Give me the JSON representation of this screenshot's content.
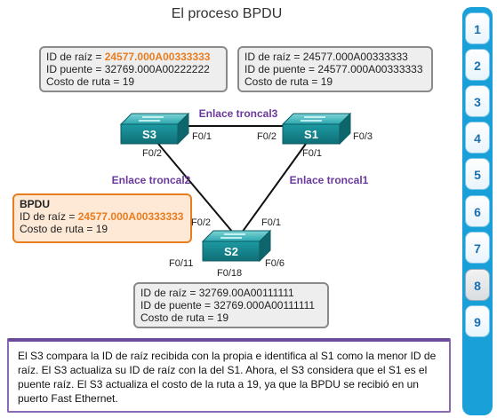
{
  "title": "El proceso BPDU",
  "boxes": {
    "s3": {
      "root_label": "ID de raíz = ",
      "root_value": "24577.000A00333333",
      "bridge": "ID puente = 32769.000A00222222",
      "cost": "Costo de ruta = 19"
    },
    "s1": {
      "root": "ID de raíz = 24577.000A00333333",
      "bridge": "ID de puente = 24577.000A00333333",
      "cost": "Costo de ruta = 19"
    },
    "bpdu": {
      "heading": "BPDU",
      "root_label": "ID de raíz = ",
      "root_value": "24577.000A00333333",
      "cost": "Costo de ruta = 19"
    },
    "s2": {
      "root": "ID de raíz = 32769.00A00111111",
      "bridge": "ID de puente = 32769.000A00111111",
      "cost": "Costo de ruta = 19"
    }
  },
  "switches": {
    "s3": "S3",
    "s1": "S1",
    "s2": "S2"
  },
  "links": {
    "trunk3": "Enlace troncal3",
    "trunk2": "Enlace troncal2",
    "trunk1": "Enlace troncal1"
  },
  "ports": {
    "s3_f01": "F0/1",
    "s3_f02": "F0/2",
    "s1_f02": "F0/2",
    "s1_f03": "F0/3",
    "s1_f01": "F0/1",
    "s2_f02": "F0/2",
    "s2_f01": "F0/1",
    "s2_f011": "F0/11",
    "s2_f018": "F0/18",
    "s2_f06": "F0/6"
  },
  "explanation": "El S3 compara la ID de raíz recibida con la propia e identifica al S1 como la menor ID de raíz. El S3 actualiza su ID de raíz con la del S1. Ahora, el S3 considera que el S1 es el puente raíz. El S3 actualiza el costo de la ruta a 19, ya que la BPDU se recibió en un puerto Fast Ethernet.",
  "nav": [
    "1",
    "2",
    "3",
    "4",
    "5",
    "6",
    "7",
    "8",
    "9"
  ],
  "nav_active": "8",
  "colors": {
    "accent": "#e87d20",
    "switch": "#1fa0a8",
    "nav": "#1aa0d8",
    "panel_border": "#6b4b9a"
  }
}
